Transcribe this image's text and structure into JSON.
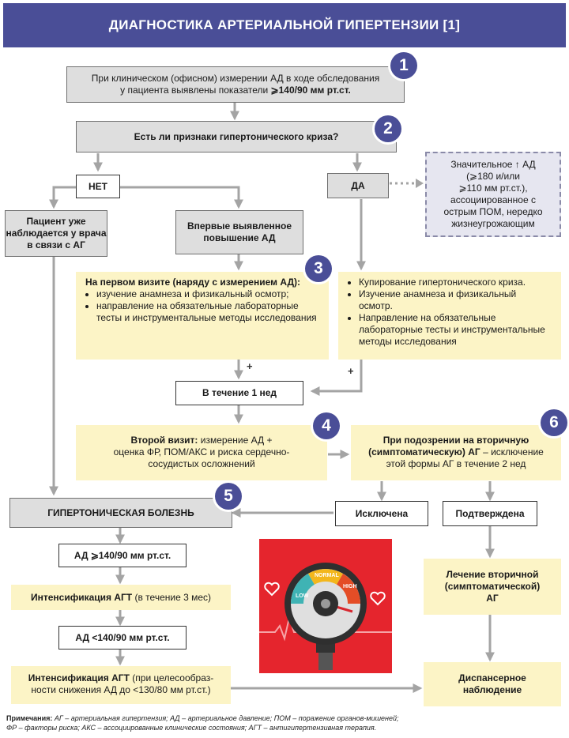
{
  "header": {
    "title": "ДИАГНОСТИКА АРТЕРИАЛЬНОЙ ГИПЕРТЕНЗИИ [1]"
  },
  "badges": [
    "1",
    "2",
    "3",
    "4",
    "5",
    "6"
  ],
  "step1": {
    "line1": "При клиническом (офисном) измерении АД в ходе обследования",
    "line2_prefix": "у пациента выявлены показатели ",
    "line2_bold": "⩾140/90 мм рт.ст."
  },
  "step2": {
    "question": "Есть ли признаки гипертонического криза?"
  },
  "no_label": "НЕТ",
  "yes_label": "ДА",
  "crisis_note": [
    "Значительное ↑ АД",
    "(⩾180 и/или",
    "⩾110 мм рт.ст.),",
    "ассоциированное с",
    "острым ПОМ, нередко",
    "жизнеугрожающим"
  ],
  "already_observed": [
    "Пациент уже",
    "наблюдается у врача",
    "в связи с АГ"
  ],
  "newly_detected": [
    "Впервые выявленное",
    "повышение АД"
  ],
  "first_visit": {
    "title": "На первом визите (наряду с измерением АД):",
    "items": [
      "изучение анамнеза и физикальный осмотр;",
      "направление на обязательные лабораторные тесты и инструментальные методы исследования"
    ]
  },
  "crisis_actions": {
    "items": [
      "Купирование гипертонического криза.",
      "Изучение анамнеза и физикальный осмотр.",
      "Направление на обязательные лабораторные тесты и инструментальные методы исследования"
    ]
  },
  "plus_sign": "+",
  "week_box": "В течение 1 нед",
  "second_visit": {
    "bold": "Второй визит:",
    "rest": " измерение АД +",
    "line2": "оценка ФР, ПОМ/АКС и риска сердечно-",
    "line3": "сосудистых осложнений"
  },
  "secondary_suspect": {
    "bold1": "При подозрении на вторичную",
    "bold2": "(симптоматическую) АГ",
    "rest": " – исключение",
    "line3": "этой формы АГ в течение 2 нед"
  },
  "hypertension": "ГИПЕРТОНИЧЕСКАЯ БОЛЕЗНЬ",
  "excluded": "Исключена",
  "confirmed": "Подтверждена",
  "bp_high": "АД ⩾140/90 мм рт.ст.",
  "intensify1": {
    "bold": "Интенсификация АГТ",
    "rest": " (в течение 3 мес)"
  },
  "bp_low": "АД <140/90 мм рт.ст.",
  "intensify2": {
    "bold": "Интенсификация АГТ",
    "rest": " (при целесообраз-",
    "line2": "ности снижения АД до <130/80 мм рт.ст.)"
  },
  "secondary_treatment": [
    "Лечение вторичной",
    "(симптоматической)",
    "АГ"
  ],
  "dispensary": [
    "Диспансерное",
    "наблюдение"
  ],
  "gauge": {
    "low": "LOW",
    "normal": "NORMAL",
    "high": "HIGH"
  },
  "colors": {
    "header": "#4a4e97",
    "badge": "#4a4e97",
    "yellow": "#fcf4c6",
    "gray": "#dedede",
    "arrow": "#a4a4a4",
    "illustration_bg": "#e5252d"
  },
  "notes": {
    "label": "Примечания:",
    "line1": " АГ – артериальная гипертензия; АД – артериальное давление; ПОМ – поражение органов-мишеней;",
    "line2": "ФР – факторы риска; АКС – ассоциированные клинические состояния; АГТ – антигипертензивная терапия."
  }
}
